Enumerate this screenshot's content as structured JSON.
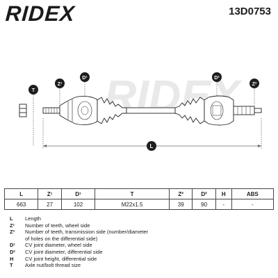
{
  "brand": "RIDEX",
  "part_number": "13D0753",
  "watermark": "RIDEX",
  "diagram_labels": {
    "T": "T",
    "Z1": "Z¹",
    "D1": "D¹",
    "D2": "D²",
    "Z2": "Z²",
    "L": "L"
  },
  "table": {
    "headers": [
      "L",
      "Z¹",
      "D¹",
      "T",
      "Z²",
      "D²",
      "H",
      "ABS"
    ],
    "values": [
      "663",
      "27",
      "102",
      "M22x1.5",
      "39",
      "90",
      "-",
      "-"
    ]
  },
  "legend": [
    {
      "key": "L",
      "desc": "Length"
    },
    {
      "key": "Z¹",
      "desc": "Number of teeth, wheel side"
    },
    {
      "key": "Z²",
      "desc": "Number of teeth, transmission side (number/diameter"
    },
    {
      "key": "",
      "desc": "of holes on the differential side)"
    },
    {
      "key": "D¹",
      "desc": "CV joint diameter, wheel side"
    },
    {
      "key": "D²",
      "desc": "CV joint diameter, differential side"
    },
    {
      "key": "H",
      "desc": "CV joint height, differential side"
    },
    {
      "key": "T",
      "desc": "Axle nut/bolt thread size"
    }
  ],
  "colors": {
    "badge": "#1e1e1e",
    "line": "#222222",
    "dim_line": "#666666",
    "watermark": "#e9e9e9"
  }
}
